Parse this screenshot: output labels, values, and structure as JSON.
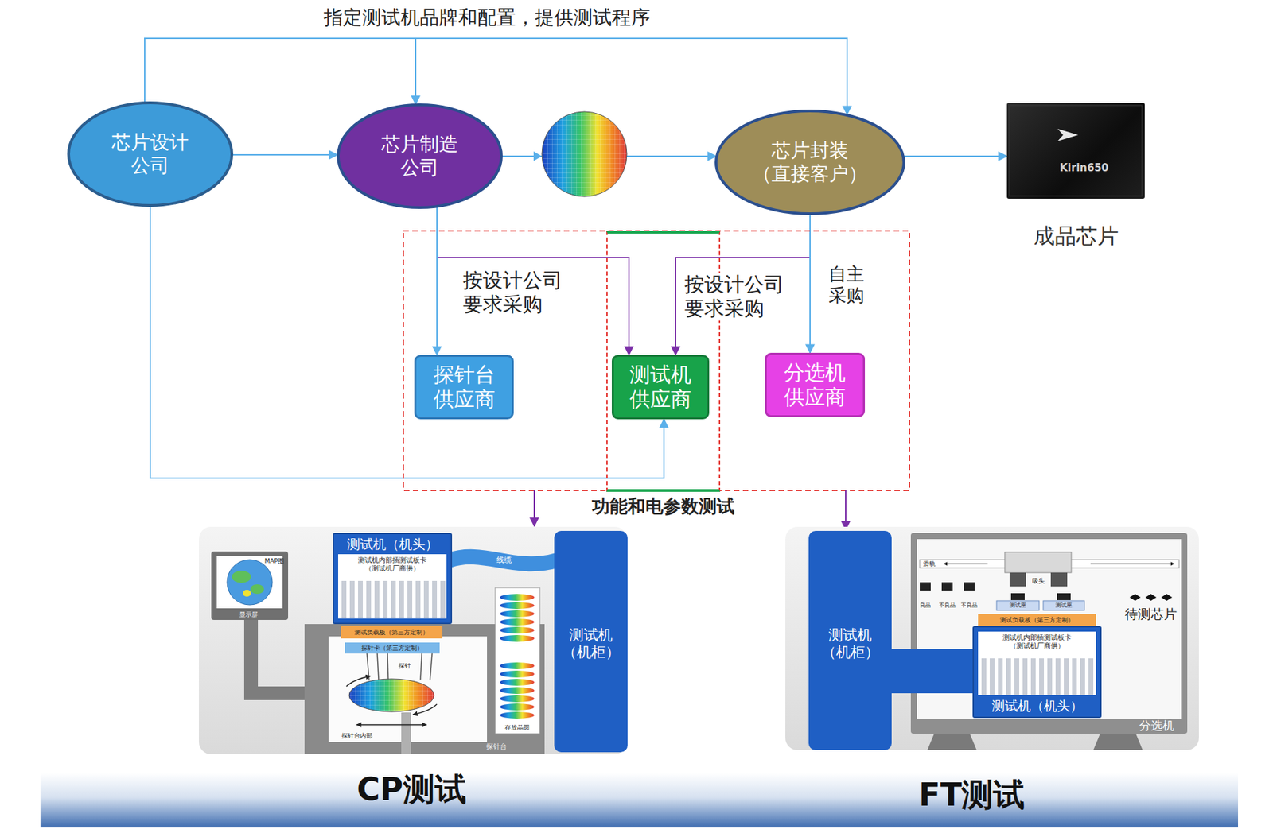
{
  "diagram": {
    "nodes": [
      {
        "text": [
          "芯片设计 公司"
        ]
      },
      {
        "text": [
          "芯片制造 公司"
        ]
      },
      {
        "text": [
          "芯片封装 （直接客户）"
        ]
      },
      {
        "text": [
          "Kirin650",
          "成品芯片"
        ]
      },
      {
        "text": [
          "探针台 供应商"
        ]
      },
      {
        "text": [
          "功能和电参数测试"
        ]
      },
      {
        "text": [
          "测试机 供应商"
        ],
        "in": 5
      },
      {
        "text": [
          "分选机 供应商"
        ]
      },
      {
        "text": [
          "测试机（机头）",
          "测试机内部插测试板卡 （测试机厂商供）"
        ]
      },
      {
        "text": [
          "测试机 （机柜）"
        ]
      },
      {
        "text": [
          "测试机 （机柜）"
        ]
      },
      {
        "text": [
          "测试机内部插测试板卡 （测试机厂商供）",
          "测试机（机头）"
        ]
      }
    ],
    "edges": [
      {
        "from": 0,
        "to": 1,
        "arrow": "to"
      },
      {
        "from": 0,
        "to": 1,
        "arrow": "to"
      },
      {
        "from": 0,
        "to": 2,
        "label": "指定测试机品牌和配置，提供测试程序",
        "arrow": "to"
      },
      {
        "from": 1,
        "to": 2,
        "arrow": "to"
      },
      {
        "from": 2,
        "to": 3,
        "arrow": "to"
      },
      {
        "from": 1,
        "to": 4,
        "arrow": "to"
      },
      {
        "from": 1,
        "to": 6,
        "label": "按设计公司 要求采购",
        "arrow": "to"
      },
      {
        "from": 2,
        "to": 6,
        "label": "按设计公司 要求采购",
        "arrow": "to"
      },
      {
        "from": 2,
        "to": 7,
        "label": "自主 采购",
        "arrow": "to"
      },
      {
        "from": 0,
        "to": 6,
        "arrow": "to"
      }
    ],
    "labels": [
      "CP测试",
      "FT测试",
      "MAP图",
      "显示屏",
      "线缆",
      "测试负载板（第三方定制）",
      "探针卡（第三方定制）",
      "探针",
      "探针台内部",
      "存放晶圆",
      "探针台",
      "滑轨",
      "吸头",
      "良品",
      "不良品",
      "不良品",
      "测试座",
      "测试座",
      "测试负载板（第三方定制）",
      "待测芯片",
      "分选机"
    ]
  }
}
